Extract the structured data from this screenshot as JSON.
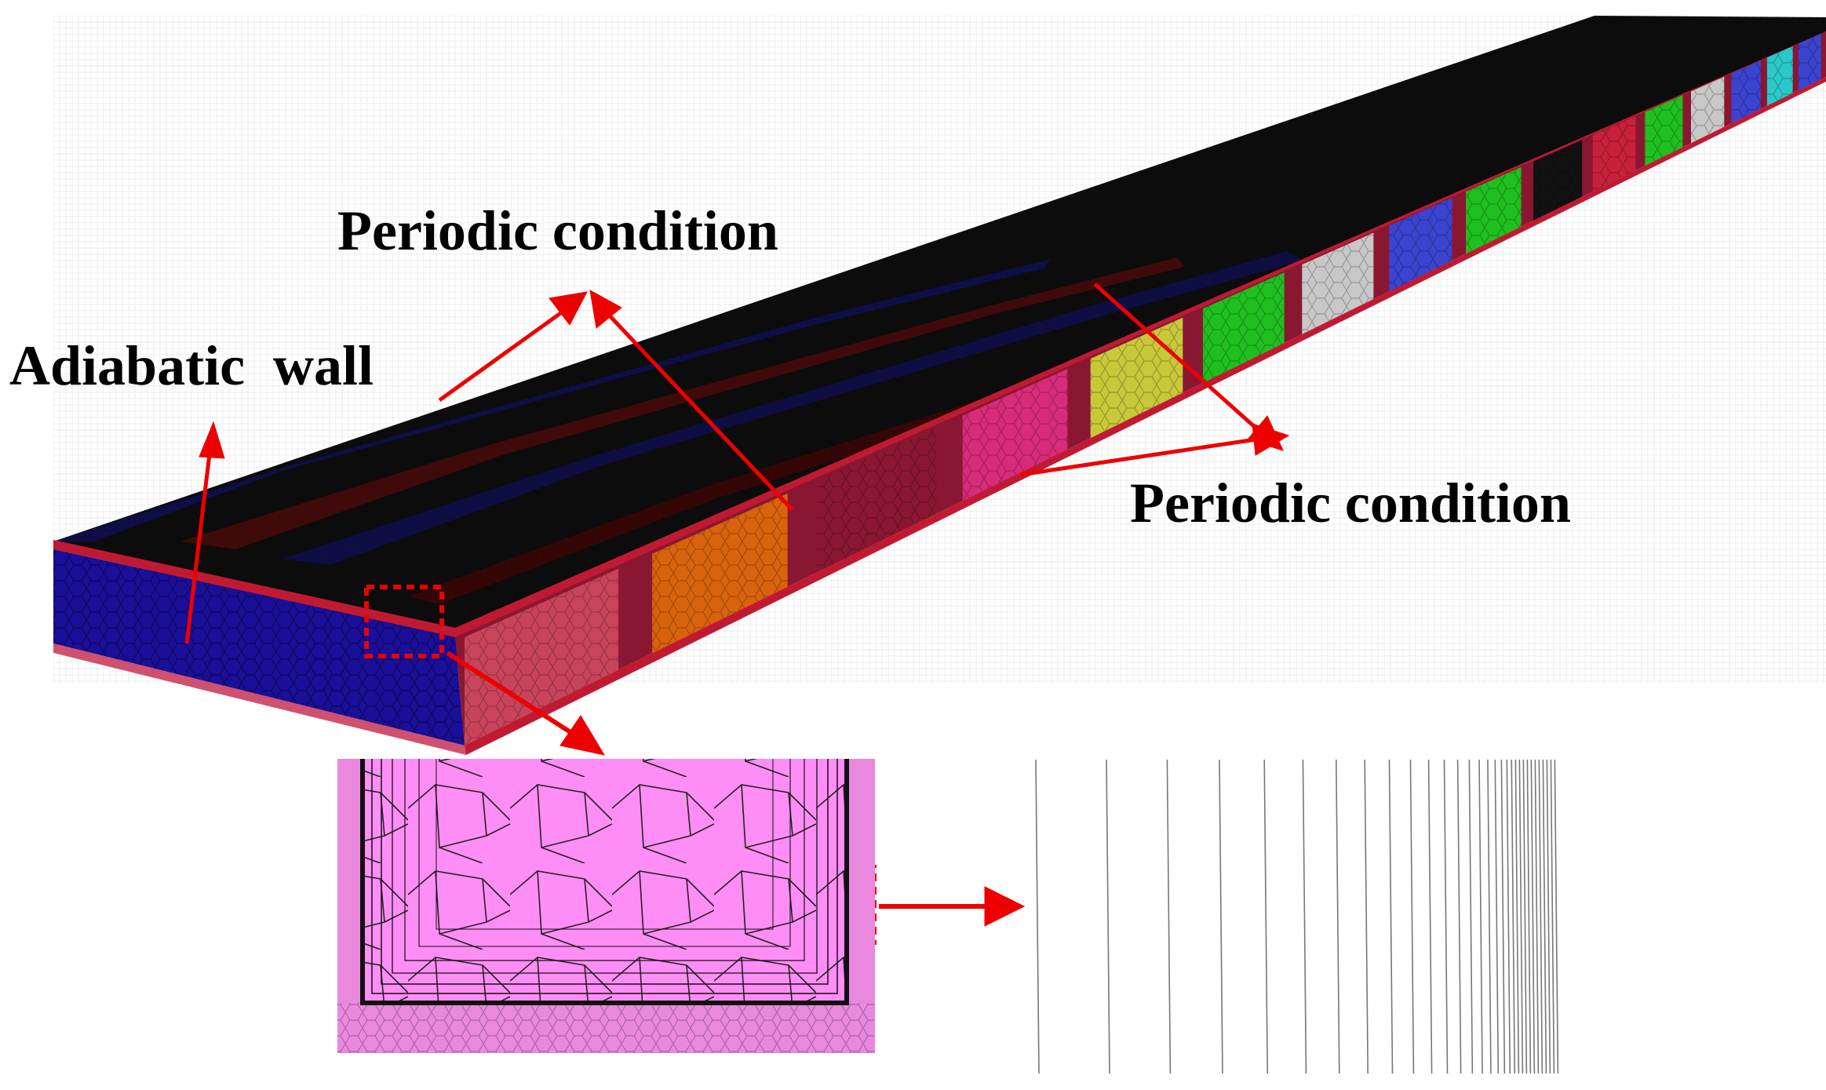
{
  "labels": {
    "periodic_condition_top": "Periodic condition",
    "periodic_condition_right": "Periodic condition",
    "adiabatic_wall": "Adiabatic  wall"
  },
  "colors": {
    "arrow": "#ee0000",
    "body_top": "#0b0b0b",
    "front_face": "#1a0f99",
    "side_edge": "#c01a33",
    "cell_face_zoom": "#ff8df6",
    "cell_edge_zoom": "#ea88de",
    "mesh_line": "#111111",
    "boundary_layer_line": "#777777"
  },
  "side_face_zone_colors": [
    "#c8445a",
    "#d9620d",
    "#8a1732",
    "#d82b7a",
    "#c8c83a",
    "#1fbf1f",
    "#c8c8c8",
    "#3a44d0",
    "#1fbf1f",
    "#111111",
    "#c8203a",
    "#1fbf1f",
    "#c8c8c8",
    "#3a44d0",
    "#2ac8c8",
    "#3a44d0"
  ]
}
